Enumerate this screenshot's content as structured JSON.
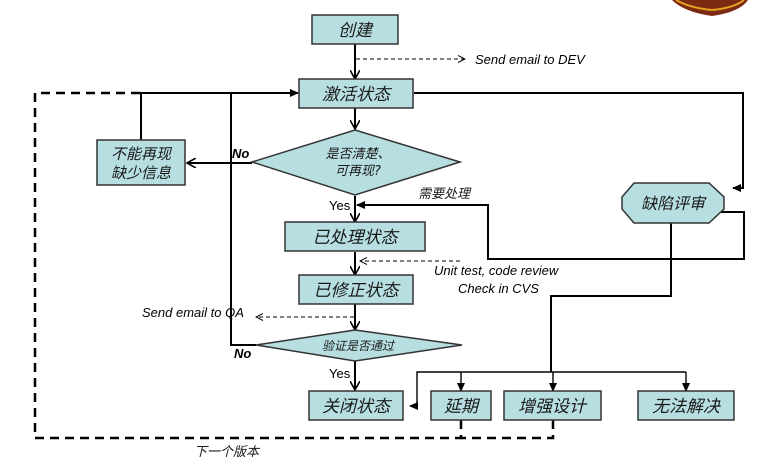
{
  "diagram": {
    "type": "flowchart",
    "nodes": {
      "create": "创建",
      "active": "激活状态",
      "not_reproducible": [
        "不能再现",
        "缺少信息"
      ],
      "clear_decision": [
        "是否清楚、",
        "可再现?"
      ],
      "defect_review": "缺陷评审",
      "processed": "已处理状态",
      "fixed": "已修正状态",
      "verify_decision": "验证是否通过",
      "closed": "关闭状态",
      "deferred": "延期",
      "enhance_design": "增强设计",
      "cannot_fix": "无法解决"
    },
    "labels": {
      "send_email_dev": "Send email to DEV",
      "no_1": "No",
      "yes_1": "Yes",
      "needs_processing": "需要处理",
      "unit_test": "Unit test, code review",
      "check_in": "Check in CVS",
      "send_email_qa": "Send email to QA",
      "no_2": "No",
      "yes_2": "Yes",
      "next_version": "下一个版本"
    },
    "colors": {
      "node_fill": "#B7DEE1",
      "node_stroke": "#333333"
    }
  }
}
